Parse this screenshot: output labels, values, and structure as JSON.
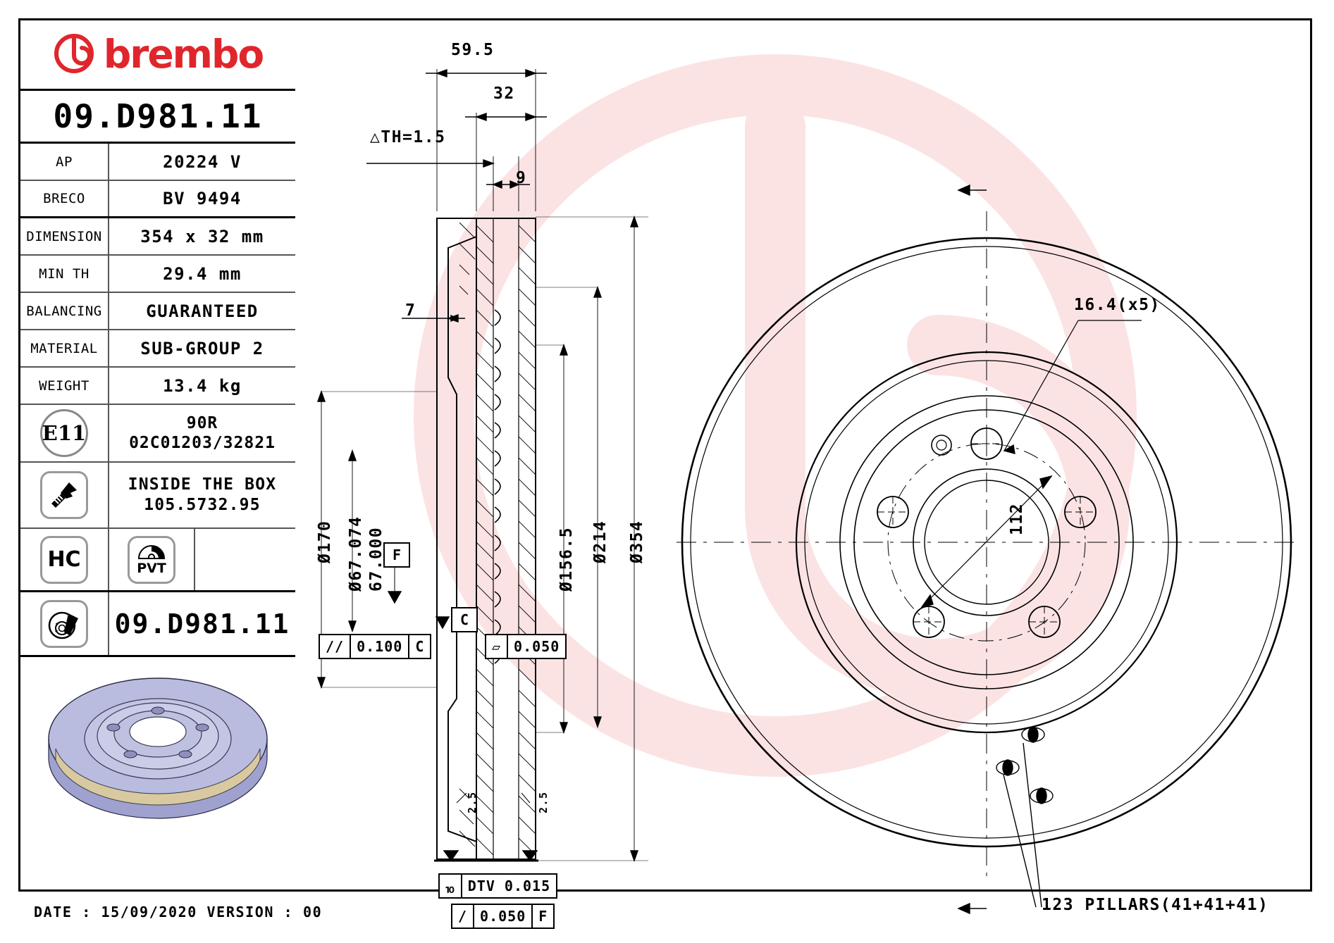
{
  "brand": {
    "name": "brembo",
    "logo_icon": "brembo-b-logo",
    "color": "#e0262c"
  },
  "part_code": "09.D981.11",
  "spec_table": [
    {
      "key": "AP",
      "value": "20224 V"
    },
    {
      "key": "BRECO",
      "value": "BV 9494"
    },
    {
      "key": "DIMENSION",
      "value": "354 x 32 mm"
    },
    {
      "key": "MIN TH",
      "value": "29.4 mm"
    },
    {
      "key": "BALANCING",
      "value": "GUARANTEED"
    },
    {
      "key": "MATERIAL",
      "value": "SUB-GROUP 2"
    },
    {
      "key": "WEIGHT",
      "value": "13.4 kg"
    }
  ],
  "homologation": {
    "badge": "E11",
    "line1": "90R",
    "line2": "02C01203/32821"
  },
  "inside_box": {
    "icon": "screw-icon",
    "line1": "INSIDE THE BOX",
    "line2": "105.5732.95"
  },
  "badges": {
    "hc": "HC",
    "pvt": "PVT",
    "pvt_icon": "pvt-disc-icon"
  },
  "disc_row": {
    "icon": "brake-disc-pad-icon",
    "value": "09.D981.11"
  },
  "photo": {
    "icon": "brake-disc-3d-render"
  },
  "footer": {
    "text": "DATE : 15/09/2020 VERSION : 00"
  },
  "section_view": {
    "dims": {
      "overall_width": "59.5",
      "disc_width": "32",
      "vane_gap": "9",
      "hat_th": "7",
      "th_tol": "△TH=1.5",
      "d_hub_outer": "Ø170",
      "d_bore_max": "Ø67.074",
      "d_bore_min": "67.000",
      "d_inner": "Ø156.5",
      "d_mid": "Ø214",
      "d_outer": "Ø354",
      "chamfer_left": "2.5",
      "chamfer_right": "2.5"
    },
    "datums": {
      "f": "F",
      "c": "C"
    },
    "gdt": [
      {
        "symbol": "//",
        "tol": "0.100",
        "datum": "C"
      },
      {
        "symbol": "▱",
        "tol": "0.050",
        "datum": ""
      },
      {
        "symbol": "⏨",
        "tol": "DTV 0.015",
        "datum": ""
      },
      {
        "symbol": "/",
        "tol": "0.050",
        "datum": "F"
      }
    ]
  },
  "face_view": {
    "bolt_hole_note": "16.4(x5)",
    "pcd_note": "112",
    "pillars_note": "123 PILLARS(41+41+41)"
  }
}
